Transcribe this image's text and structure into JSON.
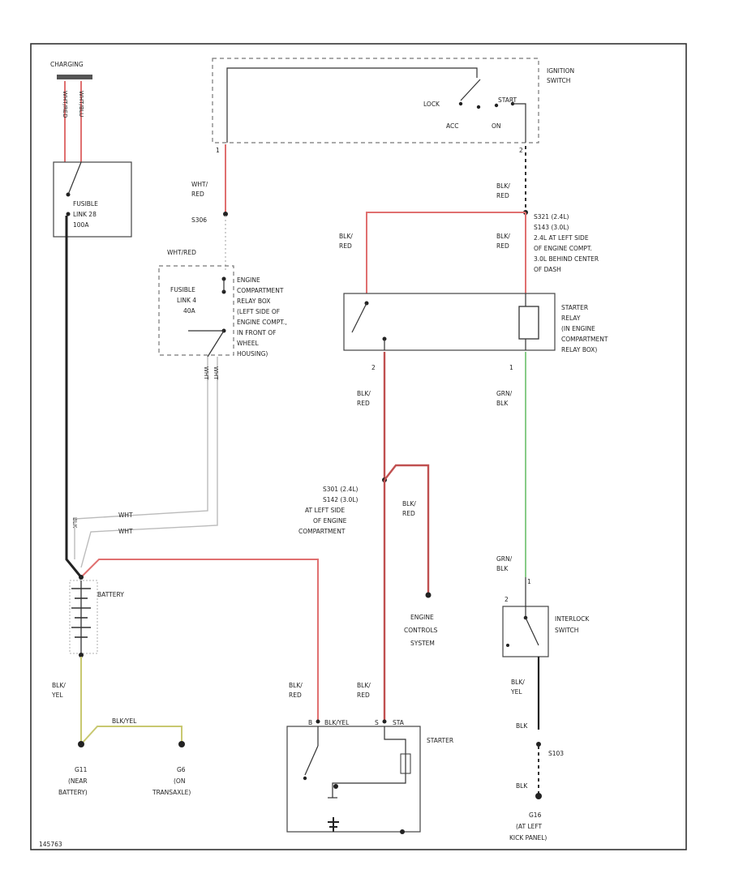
{
  "colors": {
    "red_wire": "#e07070",
    "green_wire": "#88cc88",
    "yellow_wire": "#c8c870",
    "black_wire": "#222222"
  },
  "charging": {
    "label": "CHARGING",
    "wire1": "WHT/RED",
    "wire2": "WHT/BLU"
  },
  "fusible_link_main": {
    "line1": "FUSIBLE",
    "line2": "LINK 28",
    "line3": "100A"
  },
  "ignition_switch": {
    "title1": "IGNITION",
    "title2": "SWITCH",
    "lock": "LOCK",
    "acc": "ACC",
    "on": "ON",
    "start": "START",
    "pin_left": "1",
    "pin_right": "2"
  },
  "wht_red_upper": {
    "line1": "WHT/",
    "line2": "RED"
  },
  "splice_s306": "S306",
  "wht_red_mid": "WHT/RED",
  "blk_red_ign": {
    "line1": "BLK/",
    "line2": "RED"
  },
  "splice_s321": {
    "line1": "S321  (2.4L)",
    "line2": "S143  (3.0L)",
    "line3": "2.4L AT LEFT SIDE",
    "line4": "OF ENGINE COMPT.",
    "line5": "3.0L BEHIND CENTER",
    "line6": "OF DASH"
  },
  "relay_left_wire": {
    "line1": "BLK/",
    "line2": "RED"
  },
  "relay_right_wire": {
    "line1": "BLK/",
    "line2": "RED"
  },
  "fusible_link4": {
    "line1": "FUSIBLE",
    "line2": "LINK 4",
    "line3": "40A",
    "desc1": "ENGINE",
    "desc2": "COMPARTMENT",
    "desc3": "RELAY BOX",
    "desc4": "(LEFT SIDE OF",
    "desc5": "ENGINE COMPT.,",
    "desc6": "IN FRONT OF",
    "desc7": "WHEEL",
    "desc8": "HOUSING)"
  },
  "fl4_wire1": "WHT",
  "fl4_wire2": "WHT",
  "starter_relay": {
    "line1": "STARTER",
    "line2": "RELAY",
    "line3": "(IN ENGINE",
    "line4": "COMPARTMENT",
    "line5": "RELAY BOX)",
    "pin2": "2",
    "pin1": "1"
  },
  "relay_out_wire": {
    "line1": "BLK/",
    "line2": "RED"
  },
  "grn_blk_upper": {
    "line1": "GRN/",
    "line2": "BLK"
  },
  "bat_wire": "BLK",
  "wht1": "WHT",
  "wht2": "WHT",
  "splice_s301": {
    "line1": "S301  (2.4L)",
    "line2": "S142  (3.0L)",
    "line3": "AT LEFT SIDE",
    "line4": "OF ENGINE",
    "line5": "COMPARTMENT"
  },
  "ecs_wire": {
    "line1": "BLK/",
    "line2": "RED"
  },
  "ecs": {
    "line1": "ENGINE",
    "line2": "CONTROLS",
    "line3": "SYSTEM"
  },
  "battery": "BATTERY",
  "grn_blk_lower": {
    "line1": "GRN/",
    "line2": "BLK"
  },
  "interlock": {
    "line1": "INTERLOCK",
    "line2": "SWITCH",
    "pin": "2",
    "pin_top": "1"
  },
  "blk_yel": {
    "line1": "BLK/",
    "line2": "YEL"
  },
  "blk_yel_h": "BLK/YEL",
  "g11": {
    "line1": "G11",
    "line2": "(NEAR",
    "line3": "BATTERY)"
  },
  "g6": {
    "line1": "G6",
    "line2": "(ON",
    "line3": "TRANSAXLE)"
  },
  "starter_wire_left": {
    "line1": "BLK/",
    "line2": "RED"
  },
  "starter_wire_right": {
    "line1": "BLK/",
    "line2": "RED"
  },
  "starter": {
    "label": "STARTER",
    "pin_b": "B",
    "pin_s": "S",
    "term1": "BLK/YEL",
    "term2": "STA"
  },
  "interlock_out": {
    "line1": "BLK/",
    "line2": "YEL"
  },
  "blk1": "BLK",
  "blk2": "BLK",
  "splice_s103": "S103",
  "g16": {
    "line1": "G16",
    "line2": "(AT LEFT",
    "line3": "KICK PANEL)"
  },
  "fig_id": "145763"
}
